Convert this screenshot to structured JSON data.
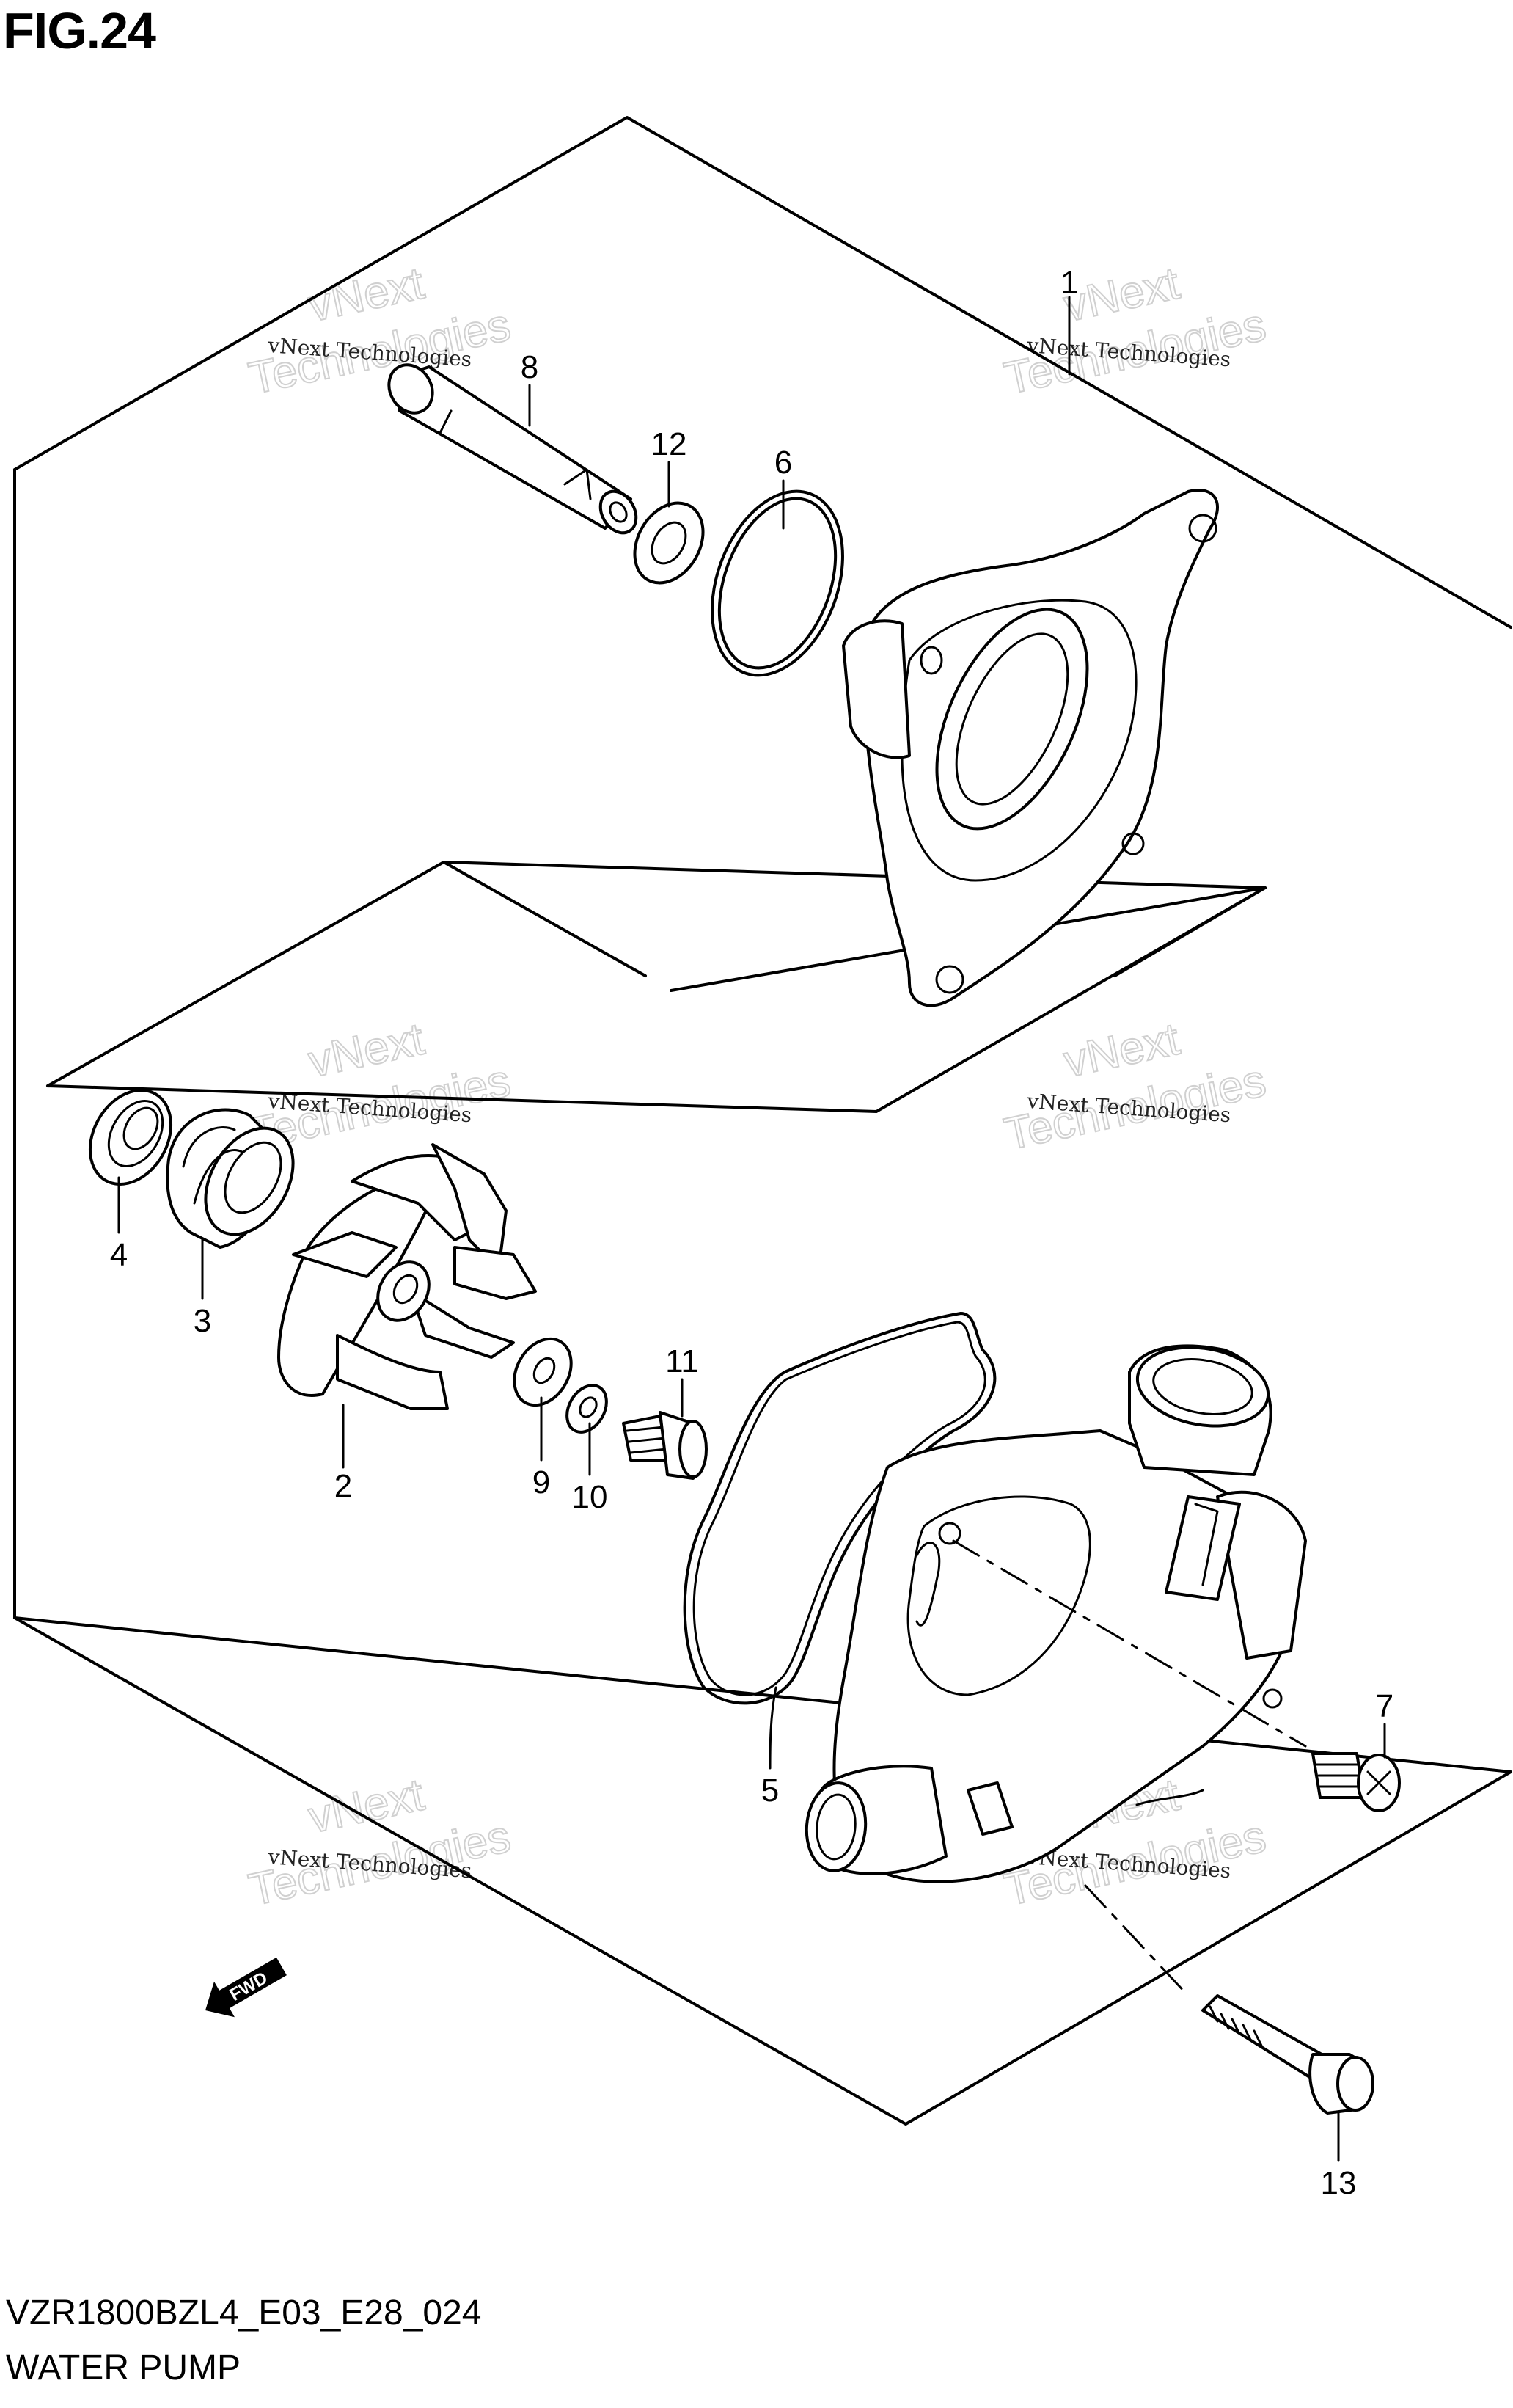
{
  "figure_title": "FIG.24",
  "diagram_code": "VZR1800BZL4_E03_E28_024",
  "caption": "WATER PUMP",
  "fwd_label": "FWD",
  "watermark": {
    "line1": "vNext Technologies",
    "line2": "vNext",
    "line3": "Technologies"
  },
  "callouts": [
    {
      "id": "1",
      "label": "1"
    },
    {
      "id": "2",
      "label": "2"
    },
    {
      "id": "3",
      "label": "3"
    },
    {
      "id": "4",
      "label": "4"
    },
    {
      "id": "5",
      "label": "5"
    },
    {
      "id": "6",
      "label": "6"
    },
    {
      "id": "7",
      "label": "7"
    },
    {
      "id": "8",
      "label": "8"
    },
    {
      "id": "9",
      "label": "9"
    },
    {
      "id": "10",
      "label": "10"
    },
    {
      "id": "11",
      "label": "11"
    },
    {
      "id": "12",
      "label": "12"
    },
    {
      "id": "13",
      "label": "13"
    }
  ]
}
